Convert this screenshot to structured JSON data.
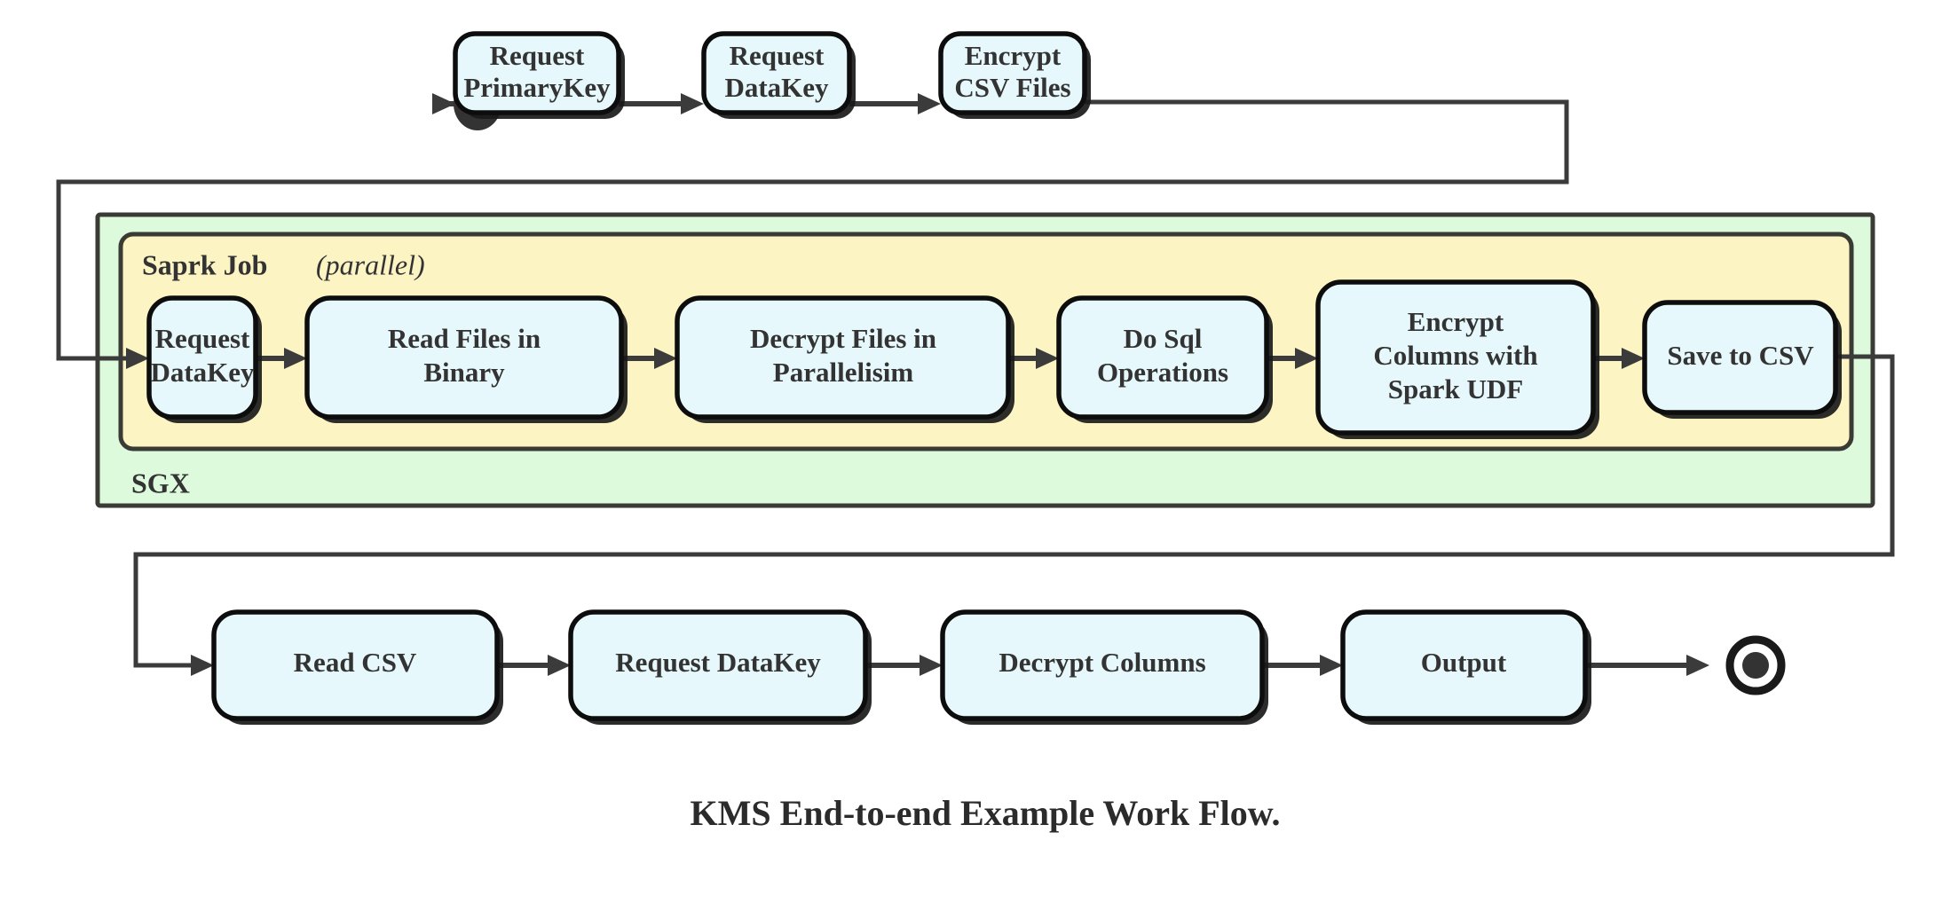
{
  "diagram": {
    "caption": "KMS End-to-end Example Work Flow.",
    "colors": {
      "node_fill": "#e6f8fb",
      "node_stroke": "#0d0d0d",
      "sgx_fill": "#ddfadd",
      "spark_fill": "#fdf4c4",
      "container_stroke": "#3b3b36",
      "edge_stroke": "#3b3b3b",
      "text": "#333333",
      "background": "#ffffff"
    },
    "start_node": {
      "name": "start",
      "shape": "filled-circle"
    },
    "end_node": {
      "name": "end",
      "shape": "bullseye"
    },
    "containers": [
      {
        "id": "sgx",
        "label": "SGX",
        "label_position": "bottom-left",
        "fill": "#ddfadd"
      },
      {
        "id": "spark",
        "label_bold": "Saprk Job",
        "label_italic": "(parallel)",
        "label_position": "top-left",
        "fill": "#fdf4c4"
      }
    ],
    "rows": {
      "top": [
        {
          "id": "request-primarykey",
          "lines": [
            "Request",
            "PrimaryKey"
          ]
        },
        {
          "id": "request-datakey-top",
          "lines": [
            "Request",
            "DataKey"
          ]
        },
        {
          "id": "encrypt-csv-files",
          "lines": [
            "Encrypt",
            "CSV Files"
          ]
        }
      ],
      "middle": [
        {
          "id": "request-datakey-spark",
          "lines": [
            "Request",
            "DataKey"
          ]
        },
        {
          "id": "read-files-in-binary",
          "lines": [
            "Read Files in",
            "Binary"
          ]
        },
        {
          "id": "decrypt-files-in-parallelisim",
          "lines": [
            "Decrypt Files in",
            "Parallelisim"
          ]
        },
        {
          "id": "do-sql-operations",
          "lines": [
            "Do Sql",
            "Operations"
          ]
        },
        {
          "id": "encrypt-columns-with-spark-udf",
          "lines": [
            "Encrypt",
            "Columns with",
            "Spark UDF"
          ]
        },
        {
          "id": "save-to-csv",
          "lines": [
            "Save to CSV"
          ]
        }
      ],
      "bottom": [
        {
          "id": "read-csv",
          "lines": [
            "Read CSV"
          ]
        },
        {
          "id": "request-datakey-bottom",
          "lines": [
            "Request DataKey"
          ]
        },
        {
          "id": "decrypt-columns",
          "lines": [
            "Decrypt Columns"
          ]
        },
        {
          "id": "output",
          "lines": [
            "Output"
          ]
        }
      ]
    }
  }
}
